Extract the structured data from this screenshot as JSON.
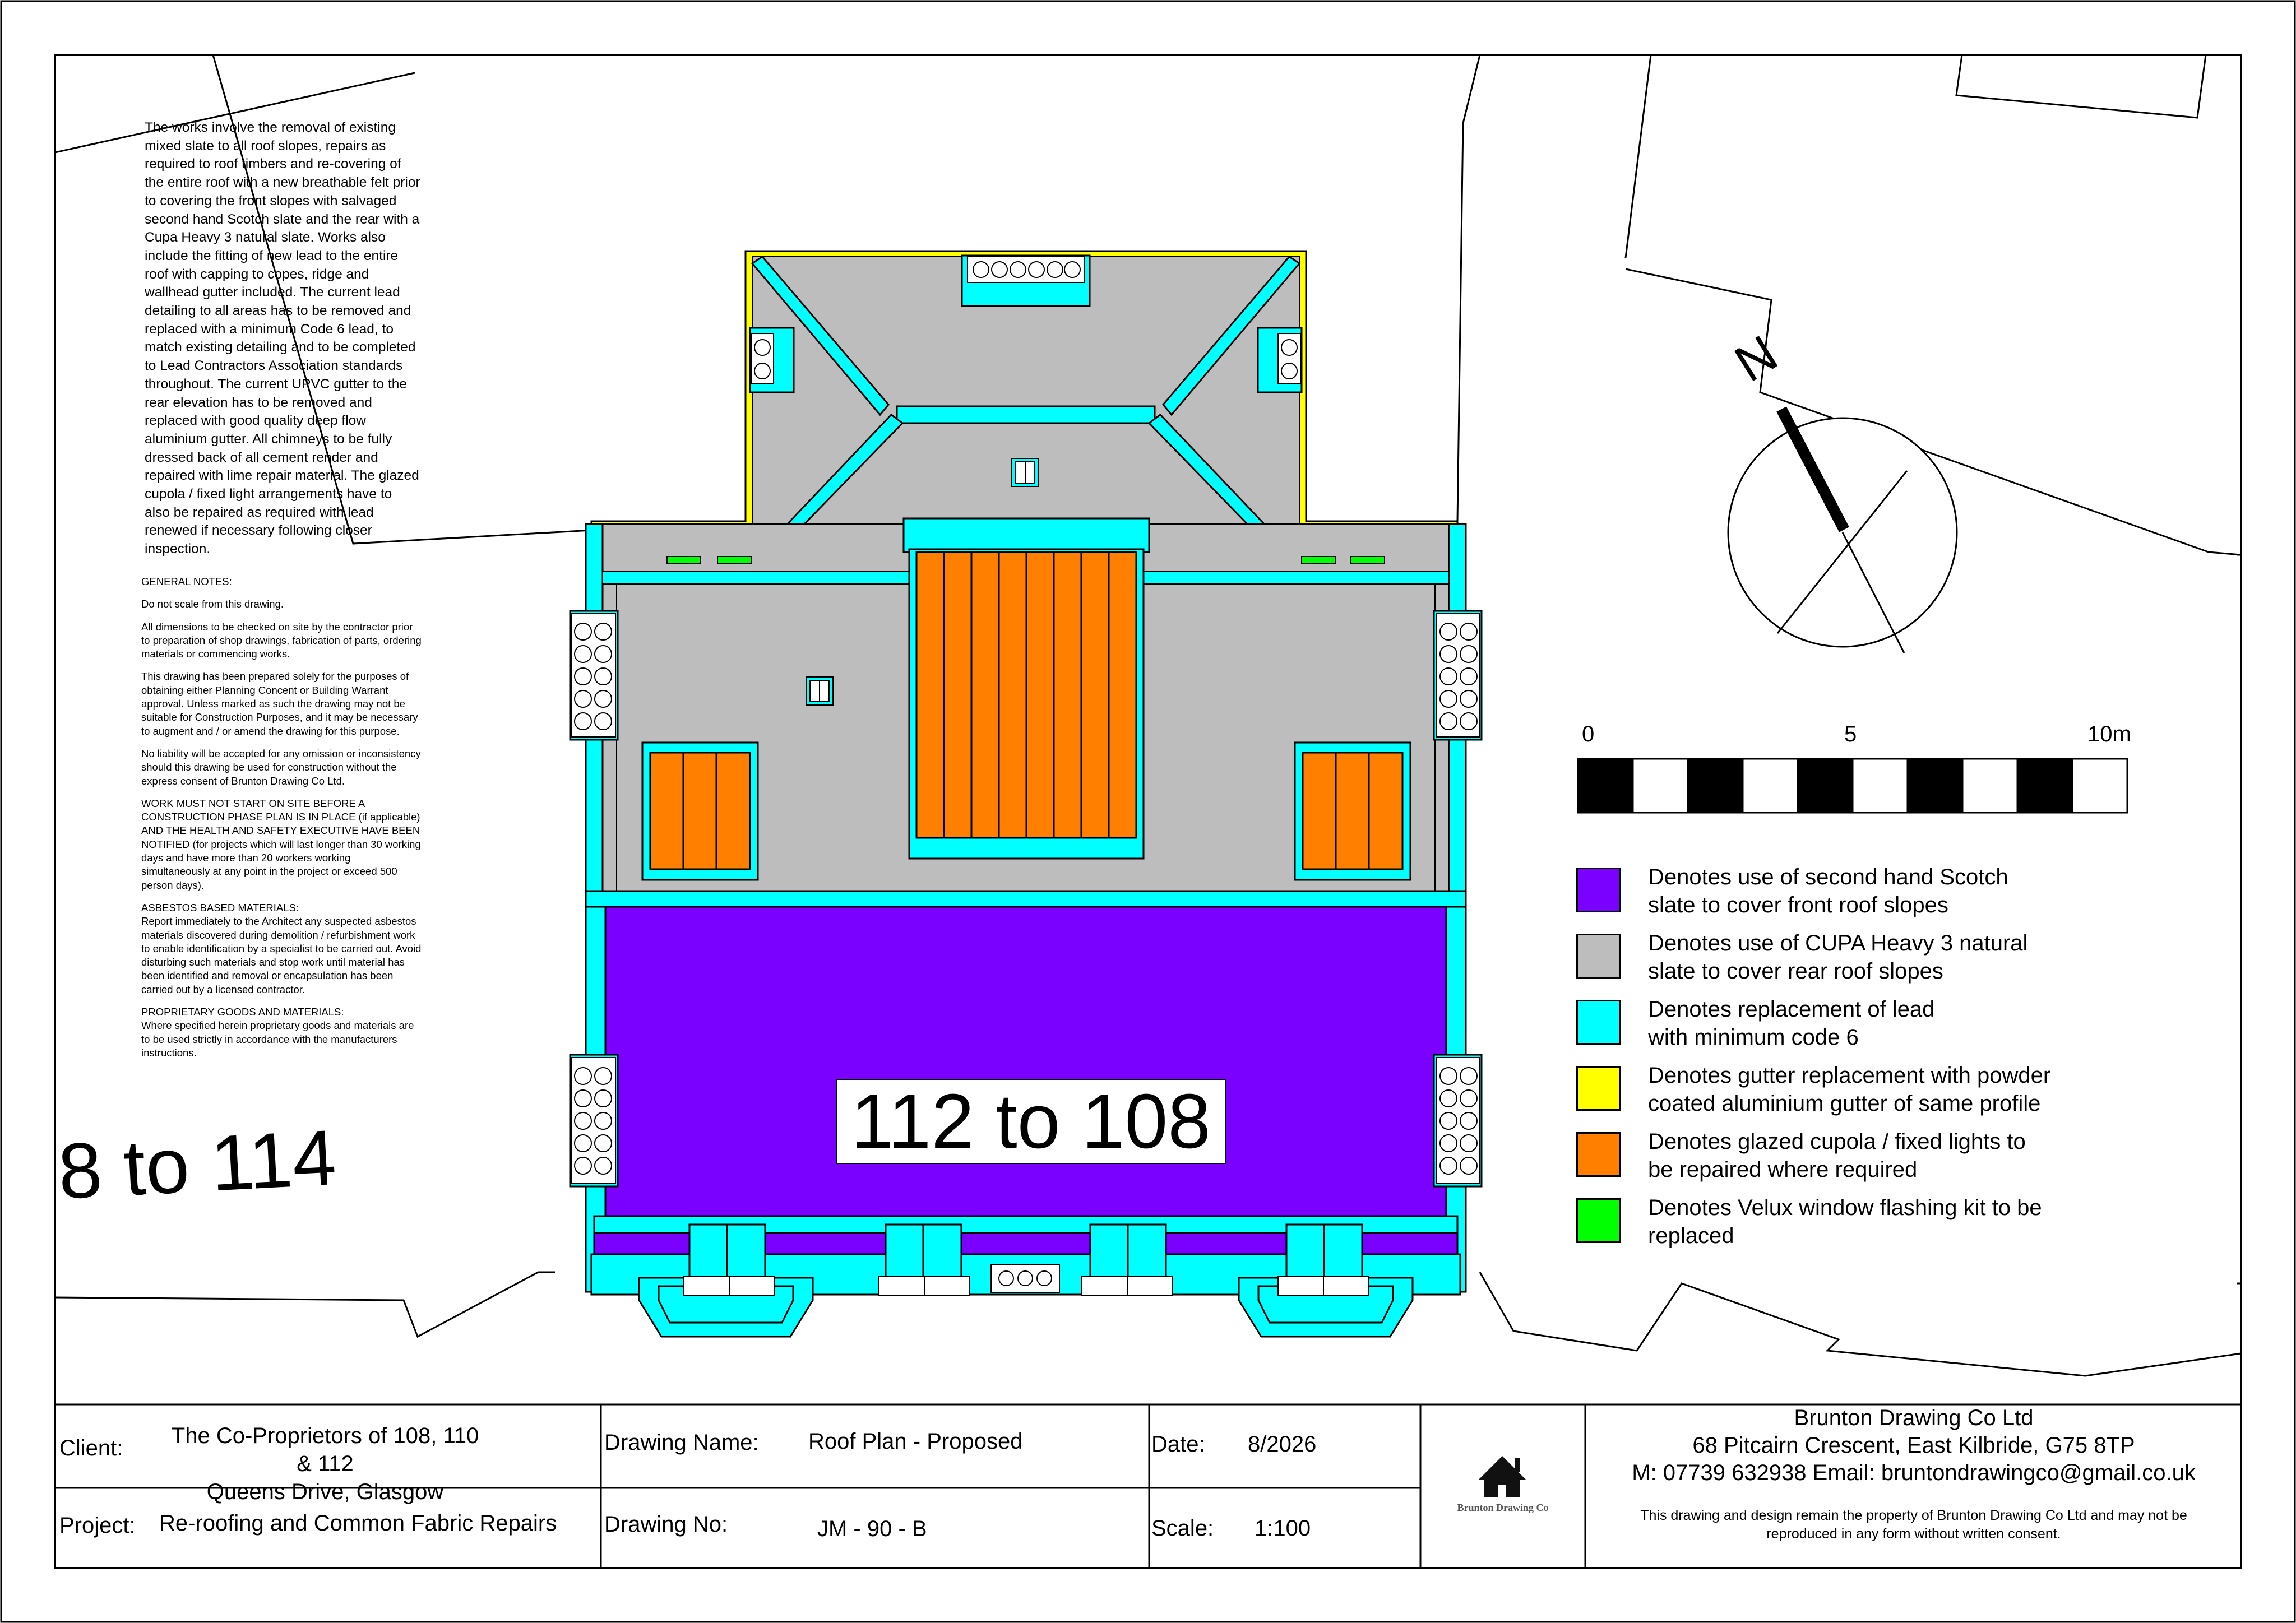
{
  "notes": {
    "main": "The works involve the removal of existing\nmixed slate to all roof slopes, repairs as\nrequired to roof timbers and re-covering of\nthe entire roof with a new breathable felt prior\nto covering the front slopes with salvaged\nsecond hand Scotch slate and the rear with a\nCupa Heavy 3 natural slate.  Works also\ninclude the fitting of new lead to the entire\nroof with capping to copes, ridge and\nwallhead gutter included. The current lead\ndetailing to all areas has to be removed and\nreplaced with a minimum Code 6 lead, to\nmatch existing detailing and to be completed\nto Lead Contractors Association standards\nthroughout. The current UPVC gutter to the\nrear elevation has to be removed and\nreplaced with good quality deep flow\naluminium gutter. All chimneys to be fully\ndressed back of all cement render and\nrepaired with lime repair material. The glazed\ncupola / fixed light arrangements have to\nalso be repaired as required with lead\nrenewed if necessary following closer\ninspection.",
    "general_heading": "GENERAL NOTES:",
    "general": [
      "Do not scale from this drawing.",
      "All dimensions to be checked on site by the contractor prior\nto preparation of shop drawings, fabrication of parts, ordering\nmaterials or commencing works.",
      "This drawing has been prepared solely for the purposes of\nobtaining either Planning Concent or Building Warrant\napproval. Unless marked as such the drawing may not be\nsuitable for Construction Purposes, and it may be necessary\nto augment and / or amend the drawing for this purpose.",
      "No liability will be accepted for any omission or inconsistency\nshould this drawing be used for construction without the\nexpress consent of Brunton Drawing Co Ltd.",
      "WORK MUST NOT START ON SITE BEFORE A\nCONSTRUCTION PHASE PLAN IS IN PLACE (if applicable)\nAND THE HEALTH AND SAFETY EXECUTIVE HAVE BEEN\nNOTIFIED (for projects which will last longer than 30 working\ndays and have more than 20 workers working\nsimultaneously at any point in the project or exceed 500\nperson days).",
      "ASBESTOS BASED MATERIALS:\nReport immediately to the Architect any suspected asbestos\nmaterials discovered during demolition / refurbishment work\nto enable identification by a specialist to be carried out. Avoid\ndisturbing such materials and stop work until material has\nbeen identified and removal or encapsulation has been\ncarried out by a licensed contractor.",
      "PROPRIETARY GOODS AND MATERIALS:\nWhere specified herein proprietary goods and materials are\nto be used strictly in accordance with the manufacturers\ninstructions."
    ]
  },
  "plan": {
    "main_label": "112 to 108",
    "neighbour_label": "8 to 114",
    "north_label": "N"
  },
  "scale_bar": {
    "labels": [
      "0",
      "5",
      "10m"
    ]
  },
  "legend": [
    {
      "color": "#7a00ff",
      "text": "Denotes use of second hand Scotch\nslate to cover front roof slopes"
    },
    {
      "color": "#bdbdbd",
      "text": "Denotes use of CUPA Heavy 3 natural\nslate to cover rear roof slopes"
    },
    {
      "color": "#00ffff",
      "text": "Denotes replacement of lead\nwith minimum code 6"
    },
    {
      "color": "#ffff00",
      "text": "Denotes gutter replacement with powder\ncoated aluminium gutter of same profile"
    },
    {
      "color": "#ff7f00",
      "text": "Denotes glazed cupola / fixed lights to\nbe repaired where required"
    },
    {
      "color": "#00ff00",
      "text": "Denotes Velux window flashing kit to be\nreplaced"
    }
  ],
  "title_block": {
    "client_label": "Client:",
    "client_value": "The Co-Proprietors of 108, 110 & 112\nQueens Drive, Glasgow",
    "project_label": "Project:",
    "project_value": "Re-roofing and Common Fabric Repairs",
    "drawing_name_label": "Drawing Name:",
    "drawing_name_value": "Roof Plan - Proposed",
    "drawing_no_label": "Drawing No:",
    "drawing_no_value": "JM - 90 - B",
    "date_label": "Date:",
    "date_value": "8/2026",
    "scale_label": "Scale:",
    "scale_value": "1:100",
    "logo_text": "Brunton Drawing Co",
    "company_name": "Brunton Drawing Co Ltd",
    "company_address": "68 Pitcairn Crescent, East Kilbride, G75 8TP",
    "company_contact": "M: 07739 632938   Email: bruntondrawingco@gmail.co.uk",
    "copyright": "This drawing and design remain the property of Brunton Drawing Co Ltd and may not be\nreproduced in any form without written consent."
  },
  "colors": {
    "scotch_slate": "#7a00ff",
    "cupa_slate": "#bdbdbd",
    "lead": "#00ffff",
    "gutter": "#ffff00",
    "cupola": "#ff7f00",
    "velux": "#00ff00"
  }
}
